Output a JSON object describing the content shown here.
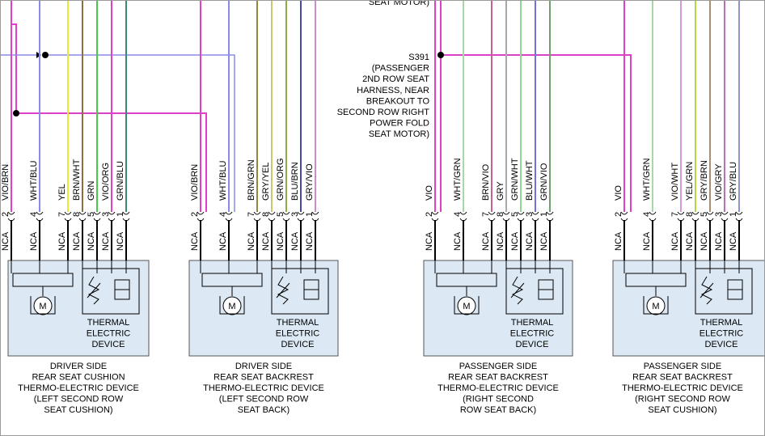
{
  "colors": {
    "frame": "#9a9a9a",
    "module_fill": "#dce9f5",
    "VIO": "#e040c8",
    "WHT": "#8a8ae8",
    "YEL": "#e8e83c",
    "BRN": "#8a7040",
    "GRN": "#48c848",
    "GRY": "#a8a8a8",
    "BLU": "#3a3ad8",
    "GRNBLU": "#3a8a70",
    "BRNGRN": "#8a8a40",
    "GRYYEL": "#c8c870",
    "GRNORG": "#88b040",
    "BLUBRN": "#4848a8",
    "GRYVIO": "#c890c8",
    "WHTGRN": "#a8d8a8",
    "BRNVIO": "#c86090",
    "GRNWHT": "#90d890",
    "BLUWHT": "#7070e0",
    "GRNVIO": "#70a070",
    "VIOWHT": "#d898d8",
    "YELGRN": "#b0d840",
    "GRYBRN": "#a89070",
    "VIOGRY": "#b870b8",
    "GRYBLU": "#8a98c8"
  },
  "texts": {
    "top_fragment": "SEAT MOTOR)",
    "splice": [
      "S391",
      "(PASSENGER",
      "2ND ROW SEAT",
      "HARNESS, NEAR",
      "BREAKOUT TO",
      "SECOND ROW RIGHT",
      "POWER FOLD",
      "SEAT MOTOR)"
    ],
    "device_label": [
      "THERMAL",
      "ELECTRIC",
      "DEVICE"
    ],
    "motor": "M",
    "pin_status": "NCA"
  },
  "modules": [
    {
      "caption": [
        "DRIVER SIDE",
        "REAR SEAT CUSHION",
        "THERMO-ELECTRIC DEVICE",
        "(LEFT SECOND ROW",
        "SEAT CUSHION)"
      ],
      "wires": [
        {
          "pin": "2",
          "label": "VIO/BRN",
          "color": "VIO"
        },
        {
          "pin": "4",
          "label": "WHT/BLU",
          "color": "WHT"
        },
        {
          "pin": "7",
          "label": "YEL",
          "color": "YEL"
        },
        {
          "pin": "8",
          "label": "BRN/WHT",
          "color": "BRN"
        },
        {
          "pin": "5",
          "label": "GRN",
          "color": "GRN"
        },
        {
          "pin": "3",
          "label": "VIO/ORG",
          "color": "VIO"
        },
        {
          "pin": "1",
          "label": "GRN/BLU",
          "color": "GRNBLU"
        }
      ]
    },
    {
      "caption": [
        "DRIVER SIDE",
        "REAR SEAT BACKREST",
        "THERMO-ELECTRIC DEVICE",
        "(LEFT SECOND ROW",
        "SEAT BACK)"
      ],
      "wires": [
        {
          "pin": "2",
          "label": "VIO/BRN",
          "color": "VIO"
        },
        {
          "pin": "4",
          "label": "WHT/BLU",
          "color": "WHT"
        },
        {
          "pin": "7",
          "label": "BRN/GRN",
          "color": "BRNGRN"
        },
        {
          "pin": "8",
          "label": "GRY/YEL",
          "color": "GRYYEL"
        },
        {
          "pin": "5",
          "label": "GRN/ORG",
          "color": "GRNORG"
        },
        {
          "pin": "3",
          "label": "BLU/BRN",
          "color": "BLUBRN"
        },
        {
          "pin": "1",
          "label": "GRY/VIO",
          "color": "GRYVIO"
        }
      ]
    },
    {
      "caption": [
        "PASSENGER SIDE",
        "REAR SEAT BACKREST",
        "THERMO-ELECTRIC DEVICE",
        "(RIGHT SECOND",
        "ROW SEAT BACK)"
      ],
      "wires": [
        {
          "pin": "2",
          "label": "VIO",
          "color": "VIO"
        },
        {
          "pin": "4",
          "label": "WHT/GRN",
          "color": "WHTGRN"
        },
        {
          "pin": "7",
          "label": "BRN/VIO",
          "color": "BRNVIO"
        },
        {
          "pin": "8",
          "label": "GRY",
          "color": "GRY"
        },
        {
          "pin": "5",
          "label": "GRN/WHT",
          "color": "GRNWHT"
        },
        {
          "pin": "3",
          "label": "BLU/WHT",
          "color": "BLUWHT"
        },
        {
          "pin": "1",
          "label": "GRN/VIO",
          "color": "GRNVIO"
        }
      ]
    },
    {
      "caption": [
        "PASSENGER SIDE",
        "REAR SEAT BACKREST",
        "THERMO-ELECTRIC DEVICE",
        "(RIGHT SECOND ROW",
        "SEAT CUSHION)"
      ],
      "wires": [
        {
          "pin": "2",
          "label": "VIO",
          "color": "VIO"
        },
        {
          "pin": "4",
          "label": "WHT/GRN",
          "color": "WHTGRN"
        },
        {
          "pin": "7",
          "label": "VIO/WHT",
          "color": "VIOWHT"
        },
        {
          "pin": "8",
          "label": "YEL/GRN",
          "color": "YELGRN"
        },
        {
          "pin": "5",
          "label": "GRY/BRN",
          "color": "GRYBRN"
        },
        {
          "pin": "3",
          "label": "VIO/GRY",
          "color": "VIOGRY"
        },
        {
          "pin": "1",
          "label": "GRY/BLU",
          "color": "GRYBLU"
        }
      ]
    }
  ]
}
